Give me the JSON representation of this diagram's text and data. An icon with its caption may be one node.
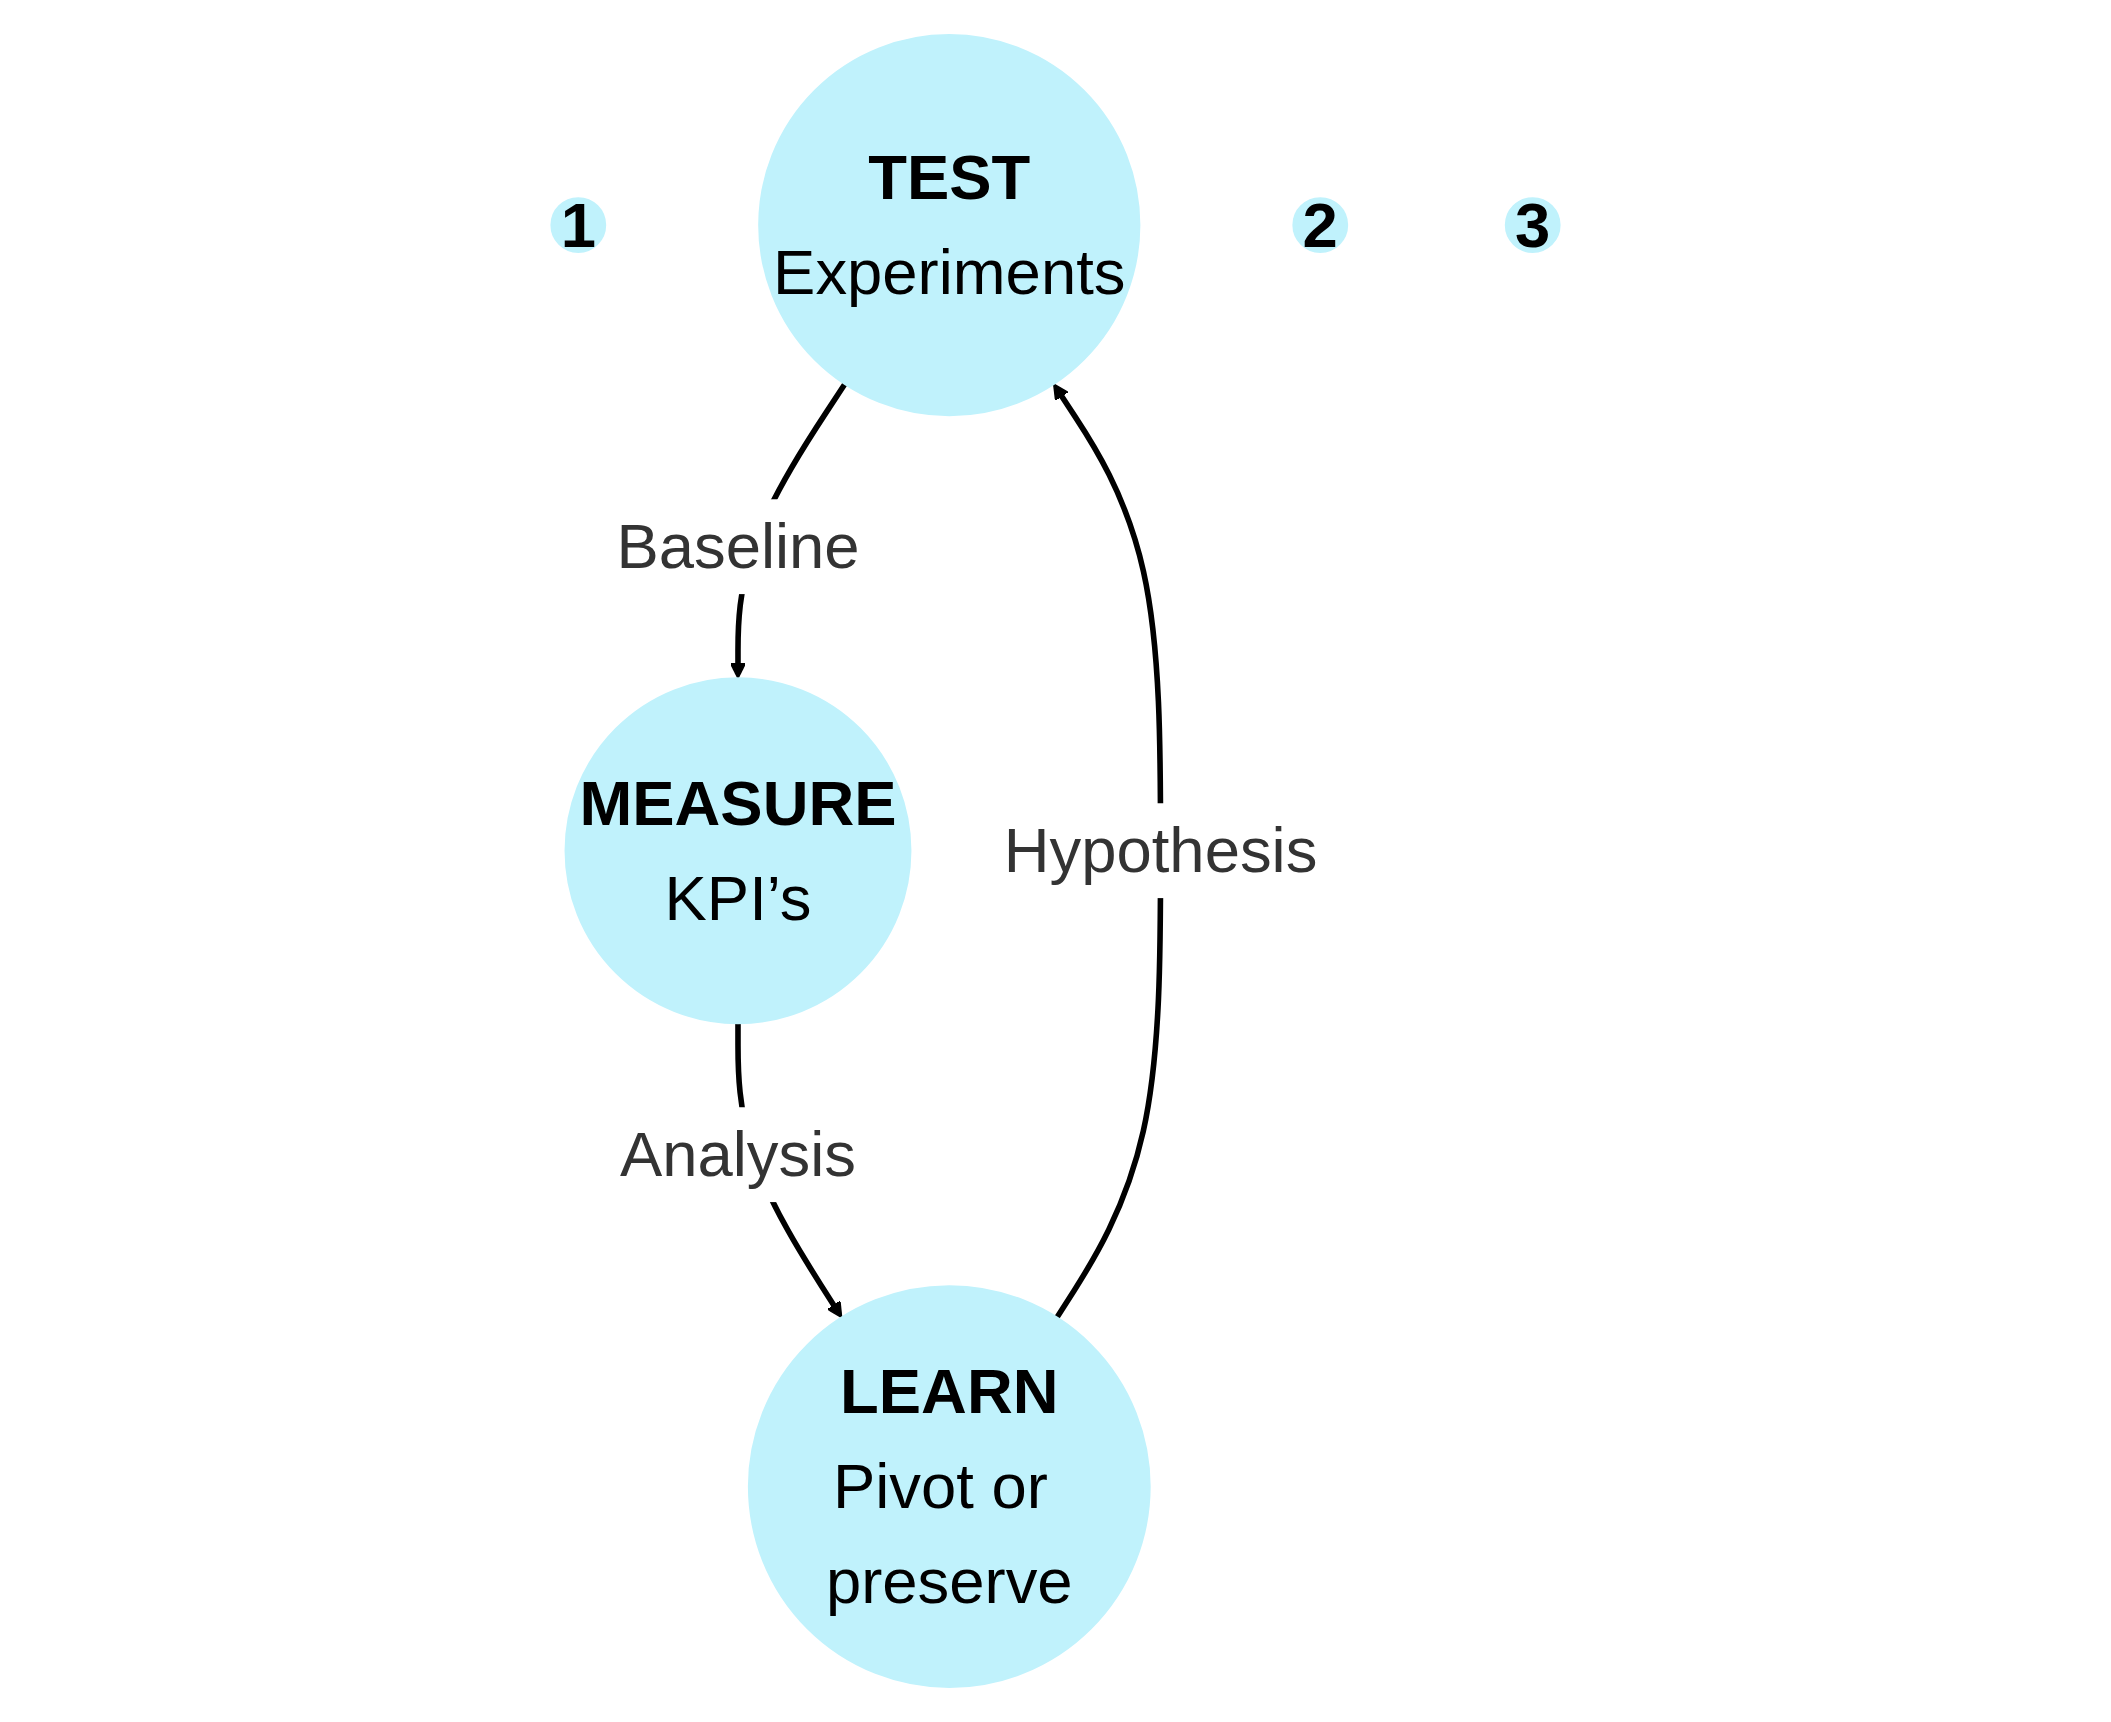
{
  "diagram": {
    "nodes": [
      {
        "text": [
          "1"
        ]
      },
      {
        "text": [
          "TEST",
          "Experiments"
        ]
      },
      {
        "text": [
          "2"
        ]
      },
      {
        "text": [
          "MEASURE",
          "KPI’s"
        ]
      },
      {
        "text": [
          "3"
        ]
      },
      {
        "text": [
          "LEARN",
          "Pivot or preserve"
        ]
      }
    ],
    "edges": [
      {
        "from": 1,
        "to": 3,
        "arrow": "to",
        "label": "Baseline"
      },
      {
        "from": 3,
        "to": 5,
        "arrow": "to",
        "label": "Analysis"
      },
      {
        "from": 5,
        "to": 1,
        "arrow": "to",
        "label": "Hypothesis"
      }
    ]
  }
}
